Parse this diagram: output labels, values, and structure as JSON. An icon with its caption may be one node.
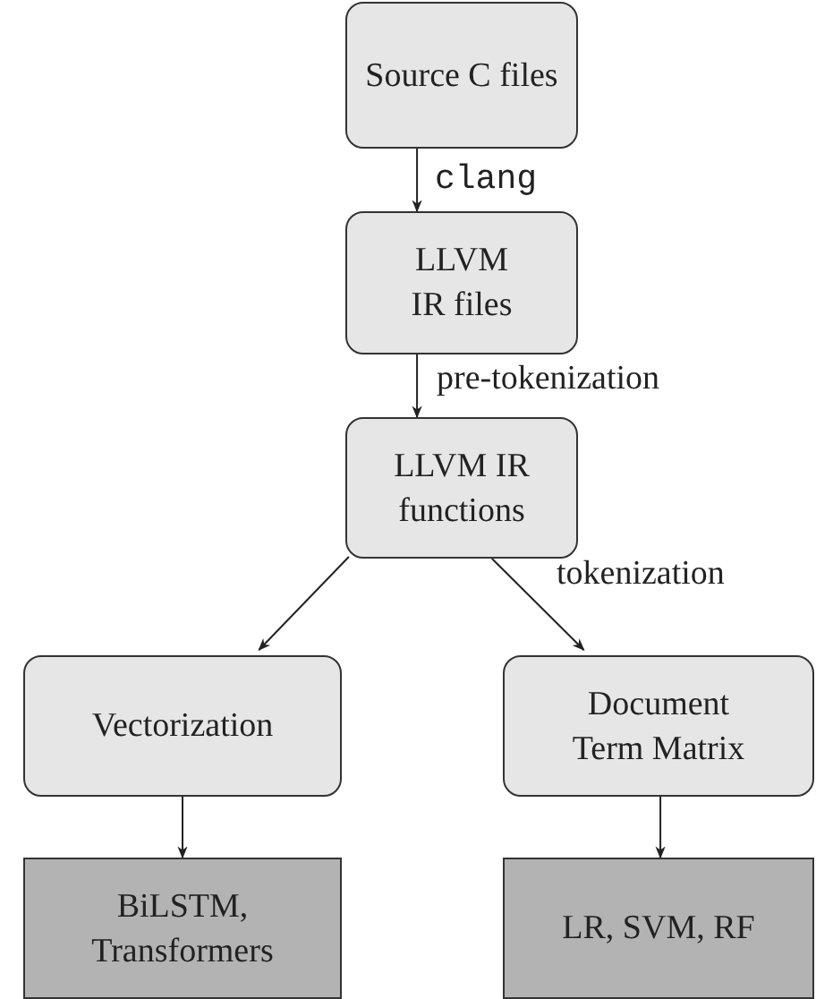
{
  "diagram": {
    "nodes": [
      {
        "text": [
          "Source C files"
        ]
      },
      {
        "text": [
          "LLVM IR files"
        ]
      },
      {
        "text": [
          "LLVM IR functions"
        ]
      },
      {
        "text": [
          "Vectorization"
        ]
      },
      {
        "text": [
          "Document Term Matrix"
        ]
      },
      {
        "text": [
          "BiLSTM, Transformers"
        ]
      },
      {
        "text": [
          "LR, SVM, RF"
        ]
      }
    ],
    "edges": [
      {
        "from": 0,
        "to": 1,
        "arrow": "to",
        "label": "clang"
      },
      {
        "from": 1,
        "to": 2,
        "arrow": "to",
        "label": "pre-tokenization"
      },
      {
        "from": 2,
        "to": 3,
        "arrow": "to"
      },
      {
        "from": 2,
        "to": 4,
        "arrow": "to",
        "label": "tokenization"
      },
      {
        "from": 3,
        "to": 5,
        "arrow": "to"
      },
      {
        "from": 4,
        "to": 6,
        "arrow": "to"
      }
    ]
  }
}
